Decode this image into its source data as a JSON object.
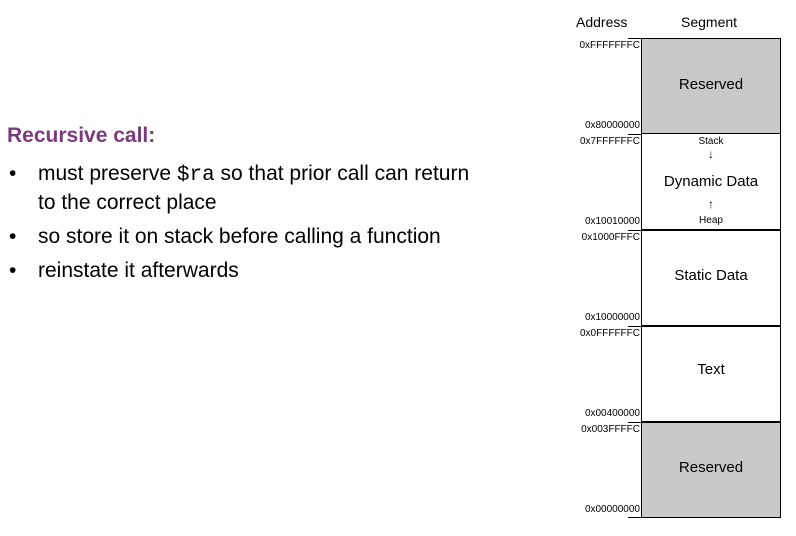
{
  "slide": {
    "heading": "Recursive call:",
    "bullets": [
      {
        "marker": "•",
        "pre": "must preserve ",
        "code": "$ra",
        "post": " so that prior call can return",
        "line2": "to the correct place"
      },
      {
        "marker": "•",
        "text": "so store it on stack before calling a function"
      },
      {
        "marker": "•",
        "text": "reinstate it afterwards"
      }
    ]
  },
  "memory_map": {
    "col_address": "Address",
    "col_segment": "Segment",
    "segments": [
      {
        "name": "Reserved",
        "top_addr": "0xFFFFFFFC",
        "bottom_addr": "0x80000000",
        "shaded": true
      },
      {
        "name": "Dynamic Data",
        "top_addr": "0x7FFFFFFC",
        "bottom_addr": "0x10010000",
        "shaded": false,
        "top_note": "Stack",
        "bottom_note": "Heap"
      },
      {
        "name": "Static Data",
        "top_addr": "0x1000FFFC",
        "bottom_addr": "0x10000000",
        "shaded": false
      },
      {
        "name": "Text",
        "top_addr": "0x0FFFFFFC",
        "bottom_addr": "0x00400000",
        "shaded": false
      },
      {
        "name": "Reserved",
        "top_addr": "0x003FFFFC",
        "bottom_addr": "0x00000000",
        "shaded": true
      }
    ],
    "colors": {
      "heading": "#7b3a7e",
      "shaded": "#c9c9c9"
    }
  }
}
